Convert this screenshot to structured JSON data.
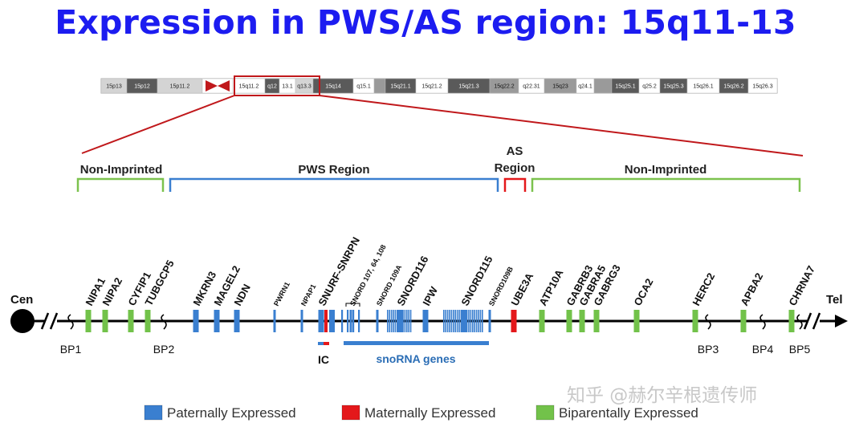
{
  "title": "Expression in PWS/AS region: 15q11-13",
  "colors": {
    "paternal": "#3a7fd0",
    "maternal": "#e4181b",
    "biparental": "#72c24a",
    "pws_bracket": "#3a7fd0",
    "nonimprinted_bracket": "#7cc24e",
    "as_bracket": "#e4181b",
    "zoom_lines": "#c0181b",
    "title": "#1c1cf0"
  },
  "ideogram": {
    "bands": [
      {
        "label": "15p13",
        "shade": "light"
      },
      {
        "label": "15p12",
        "shade": "dark"
      },
      {
        "label": "15p11.2",
        "shade": "light"
      },
      {
        "label": "",
        "shade": "centromere"
      },
      {
        "label": "15q11.2",
        "shade": "white"
      },
      {
        "label": "q12",
        "shade": "dark"
      },
      {
        "label": "13.1",
        "shade": "white"
      },
      {
        "label": "q13.3",
        "shade": "light"
      },
      {
        "label": "15q14",
        "shade": "dark"
      },
      {
        "label": "q15.1",
        "shade": "white"
      },
      {
        "label": "",
        "shade": "mid"
      },
      {
        "label": "15q21.1",
        "shade": "dark"
      },
      {
        "label": "15q21.2",
        "shade": "white"
      },
      {
        "label": "15q21.3",
        "shade": "dark"
      },
      {
        "label": "15q22.2",
        "shade": "mid"
      },
      {
        "label": "q22.31",
        "shade": "white"
      },
      {
        "label": "15q23",
        "shade": "mid"
      },
      {
        "label": "q24.1",
        "shade": "white"
      },
      {
        "label": "",
        "shade": "mid"
      },
      {
        "label": "15q25.1",
        "shade": "dark"
      },
      {
        "label": "q25.2",
        "shade": "white"
      },
      {
        "label": "15q25.3",
        "shade": "dark"
      },
      {
        "label": "15q26.1",
        "shade": "white"
      },
      {
        "label": "15q26.2",
        "shade": "dark"
      },
      {
        "label": "15q26.3",
        "shade": "white"
      }
    ]
  },
  "regions": {
    "non_imprinted_left": "Non-Imprinted",
    "pws": "PWS Region",
    "as_line1": "AS",
    "as_line2": "Region",
    "non_imprinted_right": "Non-Imprinted"
  },
  "chromosome": {
    "cen": "Cen",
    "tel": "Tel"
  },
  "genes": [
    {
      "label": "NIPA1",
      "type": "biparental",
      "size": "large"
    },
    {
      "label": "NIPA2",
      "type": "biparental",
      "size": "large"
    },
    {
      "label": "CYFIP1",
      "type": "biparental",
      "size": "large"
    },
    {
      "label": "TUBGCP5",
      "type": "biparental",
      "size": "large"
    },
    {
      "label": "MKRN3",
      "type": "paternal",
      "size": "large"
    },
    {
      "label": "MAGEL2",
      "type": "paternal",
      "size": "large"
    },
    {
      "label": "NDN",
      "type": "paternal",
      "size": "large"
    },
    {
      "label": "PWRN1",
      "type": "paternal",
      "size": "small"
    },
    {
      "label": "NPAP1",
      "type": "paternal",
      "size": "small"
    },
    {
      "label": "SNURF-SNRPN",
      "type": "paternal",
      "size": "large"
    },
    {
      "label": "SNORD 107, 64, 108",
      "type": "paternal",
      "size": "small"
    },
    {
      "label": "SNORD 109A",
      "type": "paternal",
      "size": "small"
    },
    {
      "label": "SNORD116",
      "type": "paternal",
      "size": "large"
    },
    {
      "label": "IPW",
      "type": "paternal",
      "size": "large"
    },
    {
      "label": "SNORD115",
      "type": "paternal",
      "size": "large"
    },
    {
      "label": "SNORD109B",
      "type": "paternal",
      "size": "small"
    },
    {
      "label": "UBE3A",
      "type": "maternal",
      "size": "large"
    },
    {
      "label": "ATP10A",
      "type": "biparental",
      "size": "large"
    },
    {
      "label": "GABRB3",
      "type": "biparental",
      "size": "large"
    },
    {
      "label": "GABRA5",
      "type": "biparental",
      "size": "large"
    },
    {
      "label": "GABRG3",
      "type": "biparental",
      "size": "large"
    },
    {
      "label": "OCA2",
      "type": "biparental",
      "size": "large"
    },
    {
      "label": "HERC2",
      "type": "biparental",
      "size": "large"
    },
    {
      "label": "APBA2",
      "type": "biparental",
      "size": "large"
    },
    {
      "label": "CHRNA7",
      "type": "biparental",
      "size": "large"
    }
  ],
  "breakpoints": [
    "BP1",
    "BP2",
    "BP3",
    "BP4",
    "BP5"
  ],
  "ic_label": "IC",
  "snorna_label": "snoRNA genes",
  "legend": [
    {
      "label": "Paternally Expressed",
      "type": "paternal"
    },
    {
      "label": "Maternally Expressed",
      "type": "maternal"
    },
    {
      "label": "Biparentally Expressed",
      "type": "biparental"
    }
  ],
  "watermark": "知乎 @赫尔辛根遗传师"
}
